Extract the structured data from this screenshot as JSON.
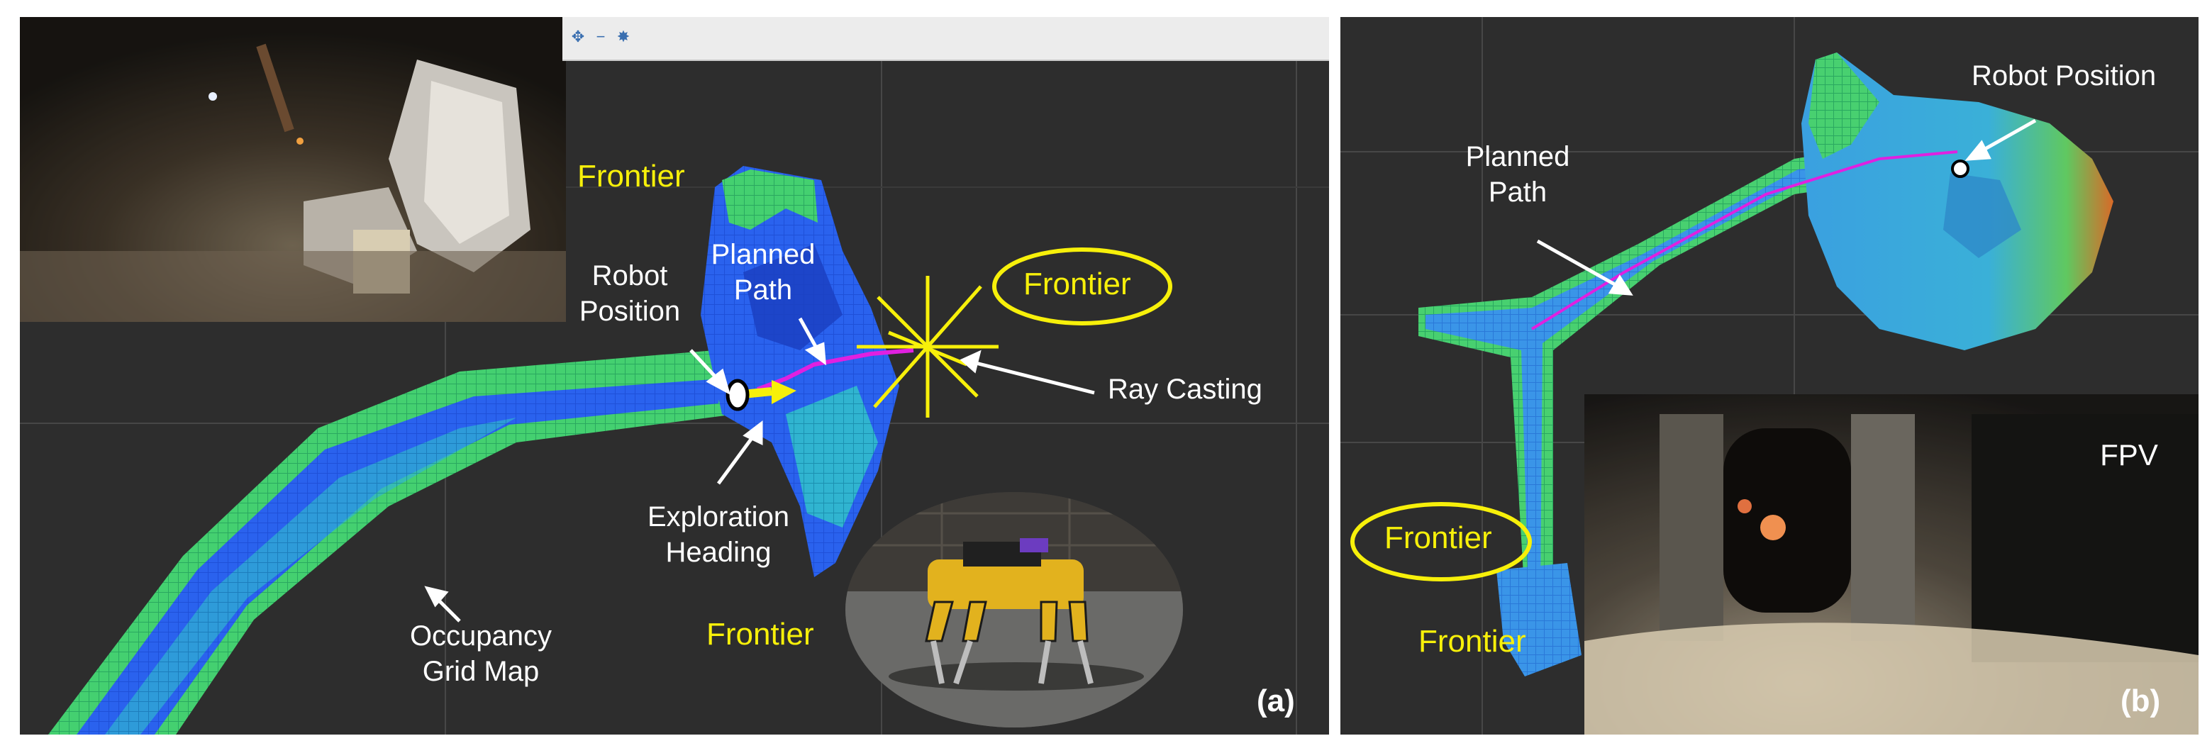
{
  "colors": {
    "background": "#2d2d2d",
    "toolbar": "#ececec",
    "frontier_text": "#f7f00a",
    "label_text": "#ffffff",
    "path_magenta": "#e020e0",
    "voxel_blue": "#1f4fe0",
    "voxel_green": "#3cc85a",
    "voxel_cyan": "#28b4c8"
  },
  "toolbar": {
    "icons": [
      "move-icon",
      "zoom-out-icon",
      "focus-icon"
    ]
  },
  "panel_a": {
    "tag": "(a)",
    "labels": {
      "frontier_top": "Frontier",
      "frontier_circled": "Frontier",
      "frontier_bottom": "Frontier",
      "robot_position_line1": "Robot",
      "robot_position_line2": "Position",
      "planned_path_line1": "Planned",
      "planned_path_line2": "Path",
      "ray_casting": "Ray Casting",
      "exploration_heading_line1": "Exploration",
      "exploration_heading_line2": "Heading",
      "occupancy_line1": "Occupancy",
      "occupancy_line2": "Grid Map"
    }
  },
  "panel_b": {
    "tag": "(b)",
    "labels": {
      "robot_position": "Robot Position",
      "planned_path_line1": "Planned",
      "planned_path_line2": "Path",
      "frontier_circled": "Frontier",
      "frontier_bottom": "Frontier",
      "fpv": "FPV"
    }
  }
}
